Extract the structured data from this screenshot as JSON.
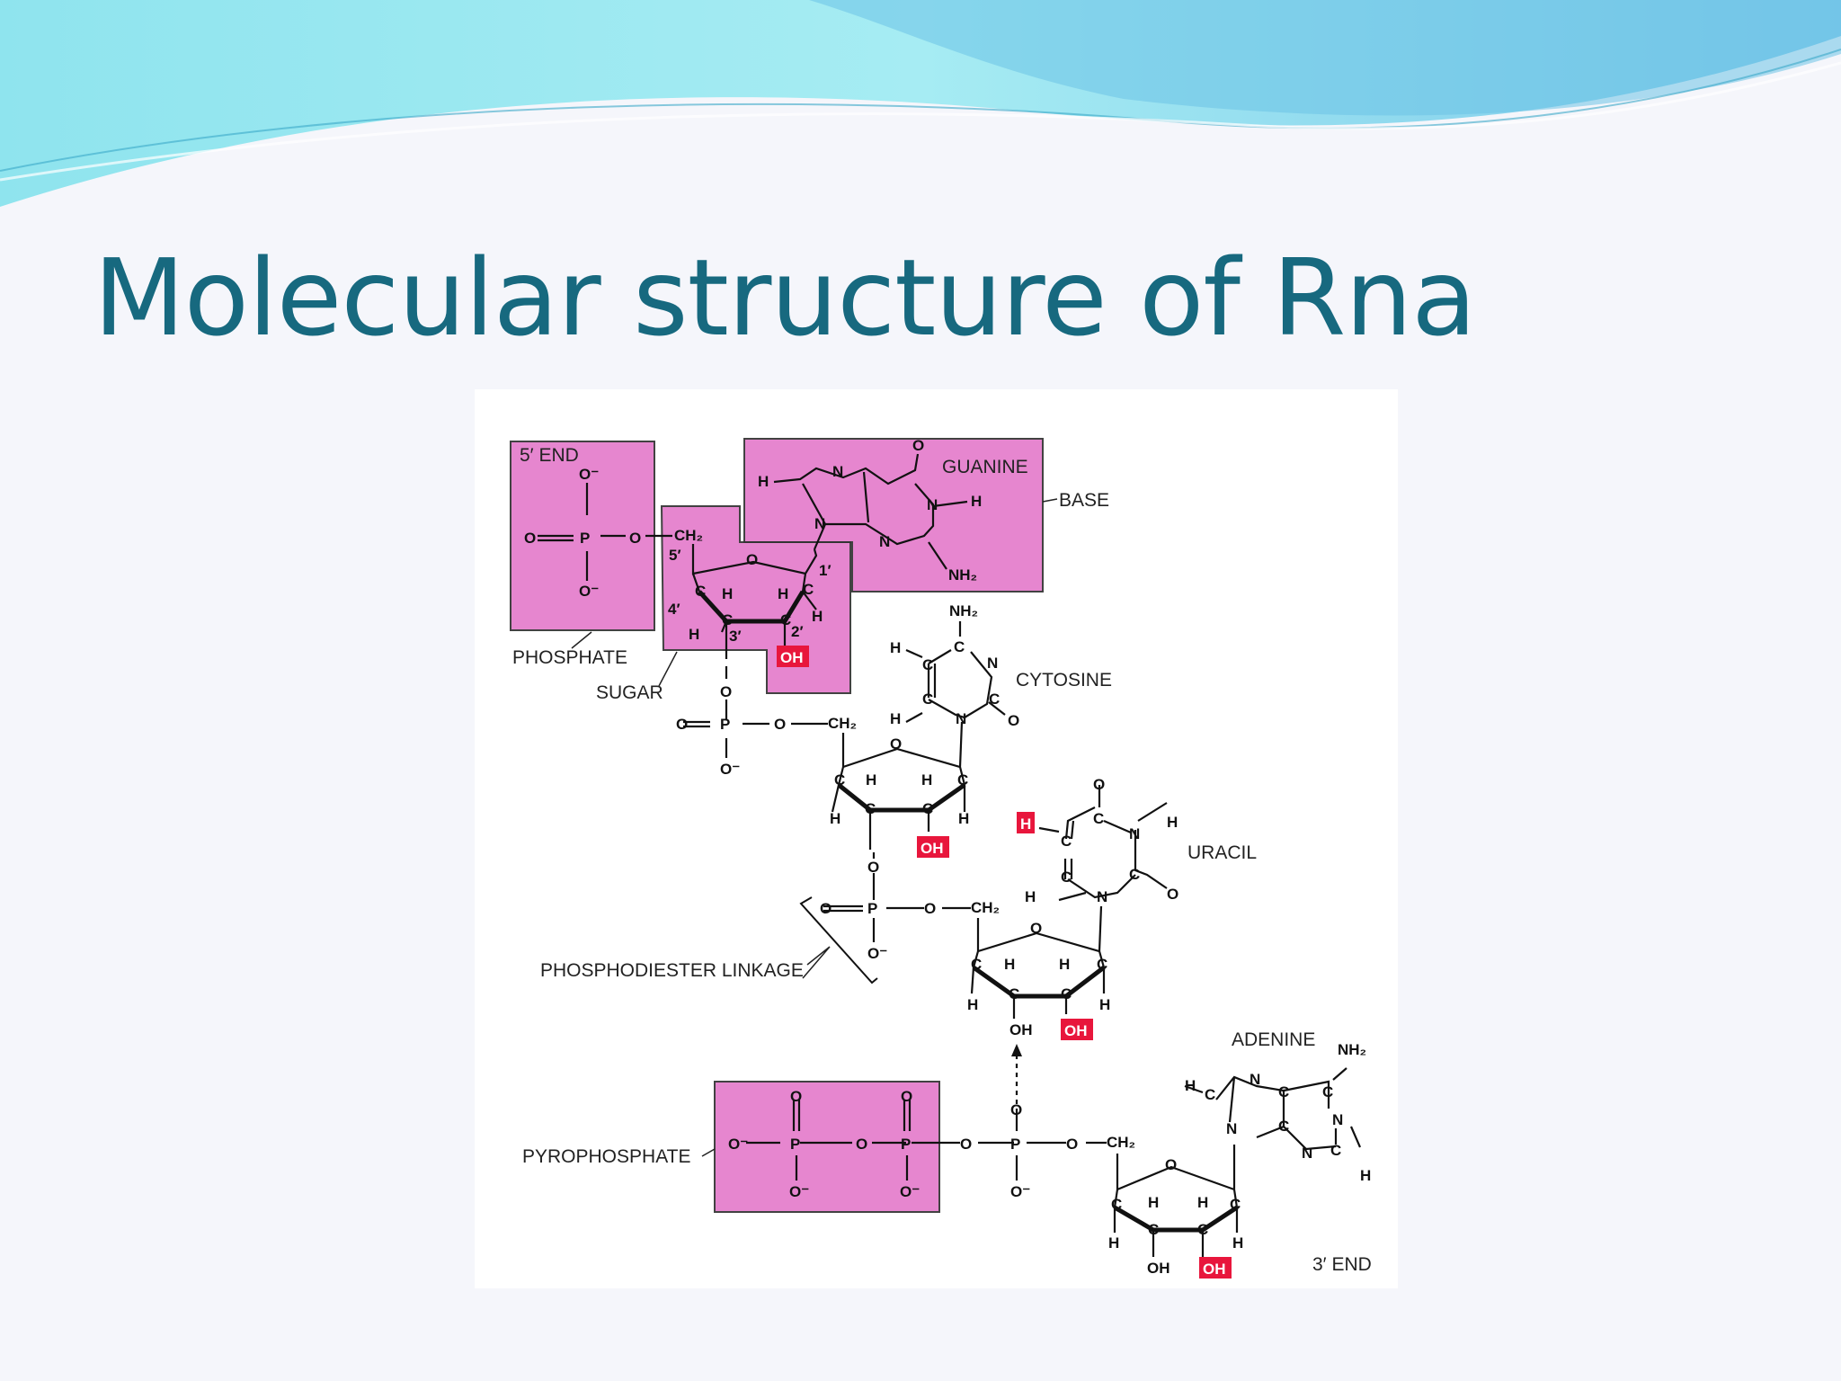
{
  "slide": {
    "title": "Molecular structure of Rna"
  },
  "colors": {
    "title": "#17697f",
    "banner_light": "#9fe8f0",
    "banner_dark": "#5fc0e0",
    "highlight_box": "#e47ccb",
    "highlight_red": "#e8163c"
  },
  "figure": {
    "labels": {
      "five_end": "5′ END",
      "guanine": "GUANINE",
      "base": "BASE",
      "phosphate": "PHOSPHATE",
      "sugar": "SUGAR",
      "cytosine": "CYTOSINE",
      "uracil": "URACIL",
      "phosphodiester_linkage": "PHOSPHODIESTER LINKAGE",
      "adenine": "ADENINE",
      "pyrophosphate": "PYROPHOSPHATE",
      "three_end": "3′ END"
    },
    "atoms": {
      "o": "O",
      "o_minus": "O⁻",
      "p": "P",
      "ch2": "CH₂",
      "c": "C",
      "h": "H",
      "n": "N",
      "nh2": "NH₂",
      "oh": "OH"
    },
    "numbering": {
      "c1": "1′",
      "c2": "2′",
      "c3": "3′",
      "c4": "4′",
      "c5": "5′"
    }
  }
}
